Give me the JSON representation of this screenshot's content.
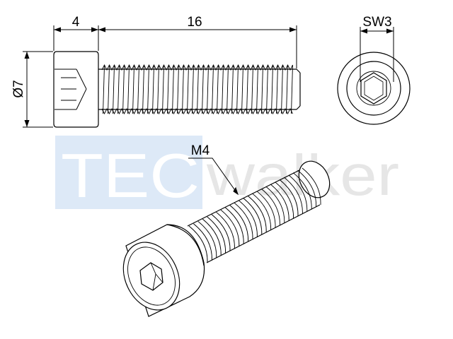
{
  "dimensions": {
    "head_length": "4",
    "shank_length": "16",
    "head_diameter": "Ø7",
    "drive_size": "SW3",
    "thread_size": "M4"
  },
  "watermark": {
    "part1": "TEC",
    "part2": "walker",
    "colors": {
      "block": "#dde9f7",
      "tec": "#ffffff",
      "walker": "#e6e6e6"
    }
  },
  "colors": {
    "line": "#000000",
    "background": "#ffffff"
  }
}
